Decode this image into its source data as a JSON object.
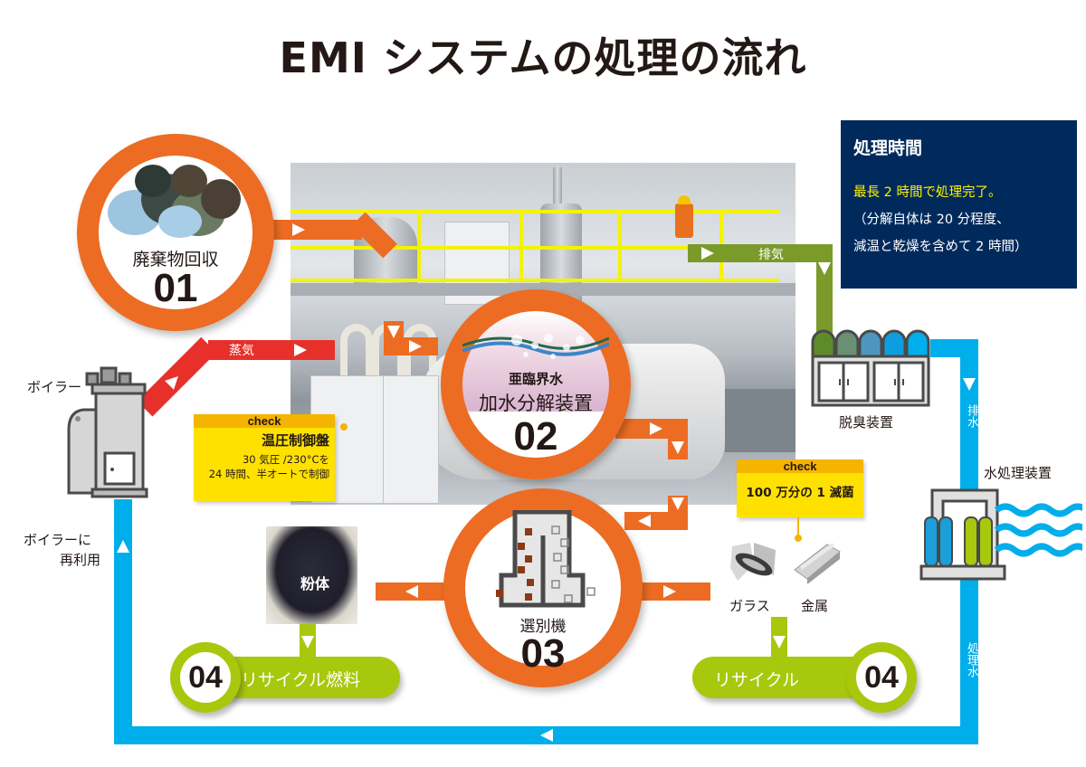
{
  "title": "EMI システムの処理の流れ",
  "colors": {
    "process_orange": "#ec6c23",
    "steam_red": "#e8302b",
    "exhaust_green": "#7a9a2a",
    "recycle_lime": "#a8c80e",
    "water_blue": "#00aeeb",
    "info_navy": "#002a5c",
    "note_yellow": "#ffe100",
    "highlight_yellow": "#fff200"
  },
  "steps": [
    {
      "number": "01",
      "label": "廃棄物回収",
      "icon": "garbage-bags-icon"
    },
    {
      "number": "02",
      "sublabel": "亜臨界水",
      "label": "加水分解装置",
      "icon": "subcritical-water-icon"
    },
    {
      "number": "03",
      "label": "選別機",
      "icon": "separator-machine-icon"
    },
    {
      "number": "04",
      "label": "リサイクル燃料"
    },
    {
      "number": "04",
      "label": "リサイクル"
    }
  ],
  "info": {
    "title": "処理時間",
    "highlight": "最長 2 時間で処理完了。",
    "lines": [
      "（分解自体は 20 分程度、",
      "減温と乾燥を含めて 2 時間）"
    ]
  },
  "notes": {
    "control": {
      "header": "check",
      "title": "温圧制御盤",
      "lines": [
        "30 気圧 /230°Cを",
        "24 時間、半オートで制御"
      ]
    },
    "sterilize": {
      "header": "check",
      "title": "100 万分の 1 滅菌"
    }
  },
  "flows": {
    "steam": "蒸気",
    "exhaust": "排気",
    "drain": "排水",
    "treated_water": "処理水"
  },
  "equipment": {
    "boiler": "ボイラー",
    "boiler_reuse": [
      "ボイラーに",
      "再利用"
    ],
    "deodorizer": "脱臭装置",
    "water_treatment": "水処理装置",
    "powder": "粉体",
    "glass": "ガラス",
    "metal": "金属"
  }
}
